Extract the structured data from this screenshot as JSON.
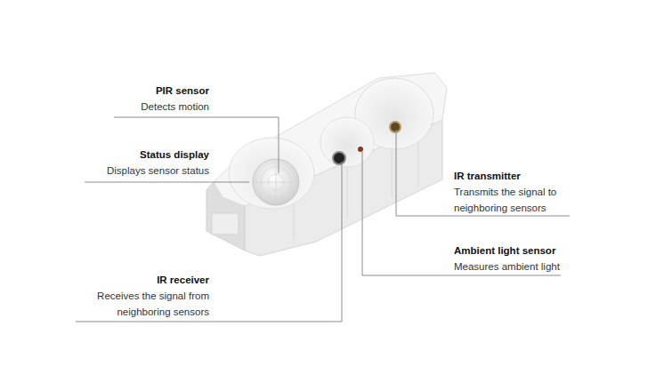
{
  "diagram": {
    "labels": [
      "PIR sensor",
      "Detects motion",
      "Status display",
      "Displays sensor status",
      "IR receiver",
      "Receives the signal from neighboring sensors",
      "IR transmitter",
      "Transmits the signal to neighboring sensors",
      "Ambient light sensor",
      "Measures ambient light"
    ]
  }
}
